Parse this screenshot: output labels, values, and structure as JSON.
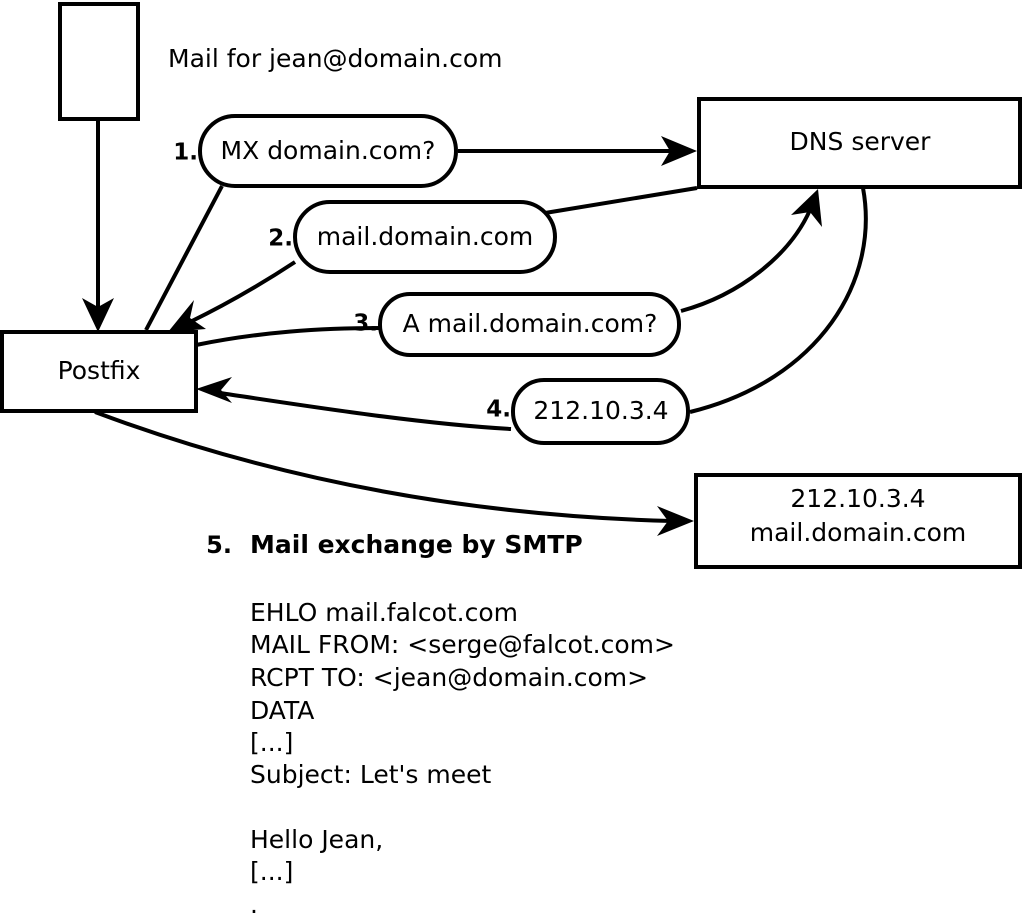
{
  "diagram": {
    "title_caption": "Mail for jean@domain.com",
    "nodes": [
      {
        "id": "client",
        "label": ""
      },
      {
        "id": "postfix",
        "label": "Postfix"
      },
      {
        "id": "dns",
        "label": "DNS server"
      },
      {
        "id": "mailserver",
        "line1": "212.10.3.4",
        "line2": "mail.domain.com"
      }
    ],
    "steps": [
      {
        "num": "1.",
        "label": "MX domain.com?"
      },
      {
        "num": "2.",
        "label": "mail.domain.com"
      },
      {
        "num": "3.",
        "label": "A mail.domain.com?"
      },
      {
        "num": "4.",
        "label": "212.10.3.4"
      }
    ],
    "smtp": {
      "num": "5.",
      "title": "Mail exchange by SMTP",
      "transcript": [
        "EHLO mail.falcot.com",
        "MAIL FROM: <serge@falcot.com>",
        "RCPT TO: <jean@domain.com>",
        "DATA",
        "[...]",
        "Subject: Let's meet",
        "",
        "Hello Jean,",
        "[...]",
        "."
      ]
    },
    "colors": {
      "stroke": "#000000",
      "fill": "#ffffff",
      "text": "#000000"
    }
  }
}
